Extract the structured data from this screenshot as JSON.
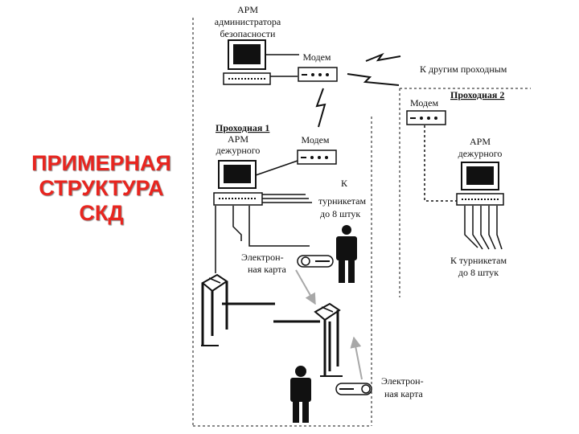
{
  "title_lines": [
    "ПРИМЕРНАЯ",
    "СТРУКТУРА",
    "СКД"
  ],
  "admin_ws": [
    "АРМ",
    "администратора",
    "безопасности"
  ],
  "modem_label": "Модем",
  "to_other": "К другим проходным",
  "checkpoint1": {
    "name": "Проходная 1",
    "duty_ws": [
      "АРМ",
      "дежурного"
    ]
  },
  "checkpoint2": {
    "name": "Проходная 2",
    "duty_ws": [
      "АРМ",
      "дежурного"
    ]
  },
  "to_turnstiles_left": [
    "К",
    "турникетам",
    "до 8 штук"
  ],
  "to_turnstiles_right": [
    "К турникетам",
    "до 8 штук"
  ],
  "card_label": [
    "Электрон-",
    "ная карта"
  ],
  "colors": {
    "title": "#e8251f",
    "line": "#111111",
    "arrow": "#a8a8a8"
  }
}
